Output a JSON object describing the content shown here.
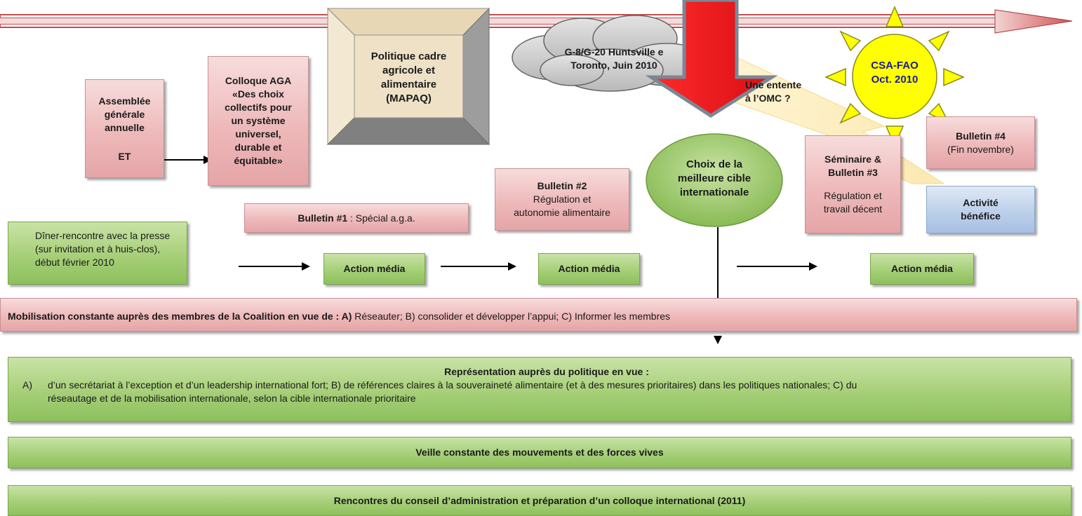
{
  "boxes": {
    "assemblee": {
      "line1": "Assemblée",
      "line2": "générale",
      "line3": "annuelle",
      "line4": "ET"
    },
    "colloque": {
      "line1": "Colloque AGA",
      "line2": "«Des choix",
      "line3": "collectifs pour",
      "line4": "un système",
      "line5": "universel,",
      "line6": "durable et",
      "line7": "équitable»"
    },
    "politique": {
      "line1": "Politique cadre",
      "line2": "agricole et",
      "line3": "alimentaire",
      "line4": "(MAPAQ)"
    },
    "g8": {
      "line1": "G-8/G-20 Huntsville e",
      "line2": "Toronto, Juin 2010"
    },
    "omc": {
      "line1": "Une entente",
      "line2": "à l’OMC ?"
    },
    "csa": {
      "line1": "CSA-FAO",
      "line2": "Oct. 2010"
    },
    "bulletin4": {
      "title": "Bulletin #4",
      "sub": "(Fin novembre)"
    },
    "seminaire": {
      "line1": "Séminaire &",
      "line2": "Bulletin #3",
      "line3": "Régulation et",
      "line4": "travail décent"
    },
    "choix": {
      "line1": "Choix de la",
      "line2": "meilleure cible",
      "line3": "internationale"
    },
    "bulletin2": {
      "title": "Bulletin #2",
      "line2": "Régulation et",
      "line3": "autonomie alimentaire"
    },
    "bulletin1": {
      "title": "Bulletin #1",
      "rest": " : Spécial a.g.a."
    },
    "activite": {
      "line1": "Activité",
      "line2": "bénéfice"
    },
    "diner": {
      "line1": "Dîner-rencontre avec la presse",
      "line2": "(sur invitation et à huis-clos),",
      "line3": "début février 2010"
    },
    "action1": "Action média",
    "action2": "Action média",
    "action3": "Action média"
  },
  "bars": {
    "mobilisation": {
      "bold": "Mobilisation constante auprès des membres de la Coalition en vue de : A)",
      "rest": " Réseauter; B) consolider et développer l’appui; C) Informer les membres"
    },
    "representation": {
      "title": "Représentation auprès du politique en vue :",
      "item_marker": "A)",
      "item_line1": "d’un secrétariat à l’exception et d’un leadership international fort;  B) de références claires à la souveraineté alimentaire (et à des mesures prioritaires) dans les politiques nationales;  C) du",
      "item_line2": "réseautage et de la mobilisation internationale, selon la cible internationale prioritaire"
    },
    "veille": "Veille constante des mouvements et des forces vives",
    "rencontres": "Rencontres du conseil d’administration et préparation d’un colloque international (2011)"
  },
  "colors": {
    "pink": "#eeb9ba",
    "green": "#a6cf78",
    "blue": "#bcd0ea",
    "red_arrow": "#e3161b",
    "sun": "#ffff00"
  }
}
